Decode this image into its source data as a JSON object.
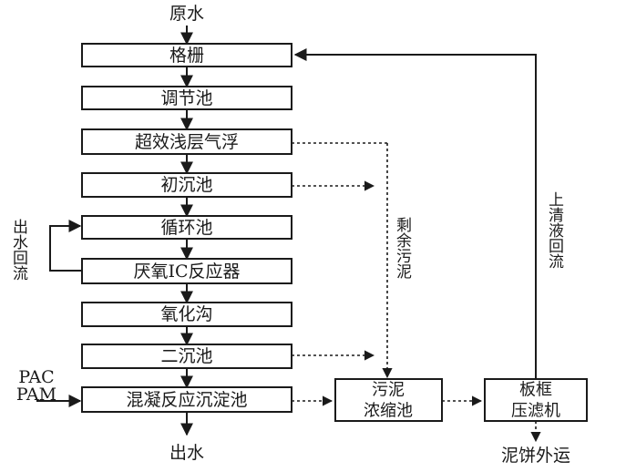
{
  "labels": {
    "raw_water": "原水",
    "grille": "格栅",
    "regulating_tank": "调节池",
    "super_flotation": "超效浅层气浮",
    "primary_settling": "初沉池",
    "circulation_tank": "循环池",
    "ic_reactor": "厌氧IC反应器",
    "oxidation_ditch": "氧化沟",
    "secondary_settling": "二沉池",
    "coag_tank": "混凝反应沉淀池",
    "effluent": "出水",
    "chemicals_pac": "PAC",
    "chemicals_pam": "PAM",
    "sludge_thickener_l1": "污泥",
    "sludge_thickener_l2": "浓缩池",
    "filter_press_l1": "板框",
    "filter_press_l2": "压滤机",
    "cake_out": "泥饼外运",
    "effluent_recycle": "出水回流",
    "surplus_sludge": "剩余污泥",
    "supernatant_return": "上清液回流"
  }
}
